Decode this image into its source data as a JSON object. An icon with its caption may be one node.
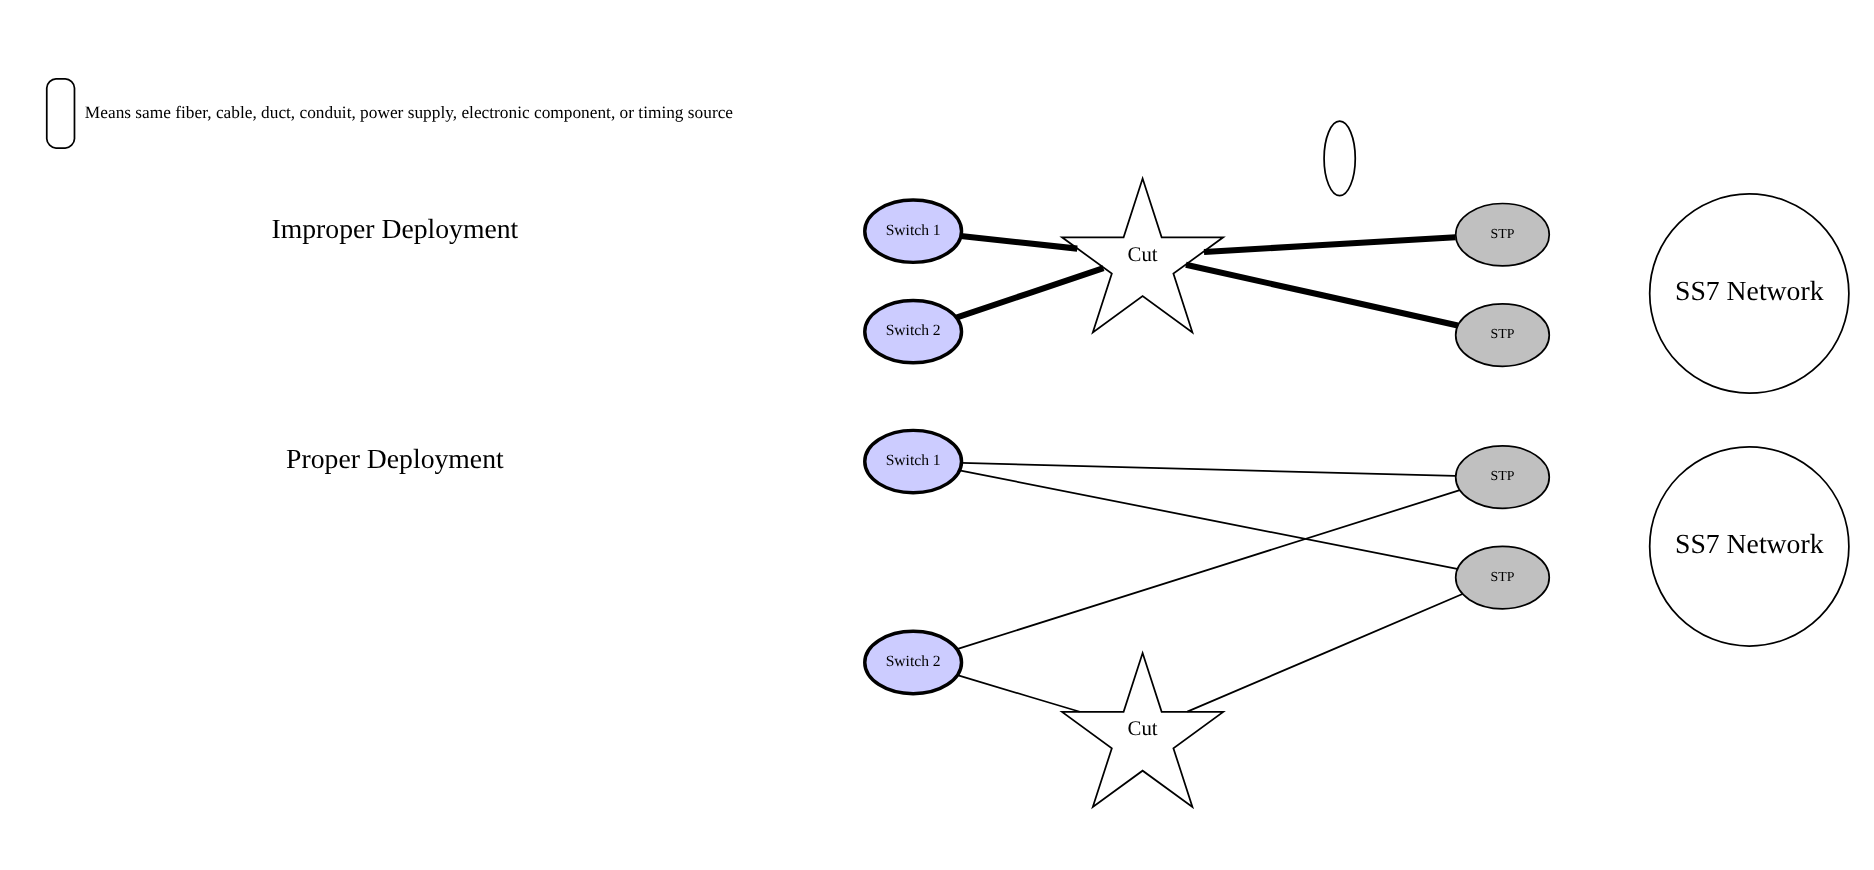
{
  "diagram": {
    "nodes": [
      {
        "text": [
          "Switch 1"
        ]
      },
      {
        "text": [
          "Switch 2"
        ]
      },
      {
        "text": [
          "Cut"
        ]
      },
      {
        "text": [
          "STP"
        ]
      },
      {
        "text": [
          "STP"
        ]
      },
      {
        "text": [
          "SS7 Network"
        ]
      },
      {
        "text": [
          "Switch 1"
        ]
      },
      {
        "text": [
          "Switch 2"
        ]
      },
      {
        "text": [
          "Cut"
        ]
      },
      {
        "text": [],
        "shape": "ellipse"
      },
      {
        "text": [
          "STP"
        ]
      },
      {
        "text": [
          "STP"
        ]
      },
      {
        "text": [
          "SS7 Network"
        ]
      }
    ],
    "edges": [
      {
        "from": 0,
        "to": 3,
        "arrow": "none"
      },
      {
        "from": 0,
        "to": 4,
        "arrow": "none"
      },
      {
        "from": 1,
        "to": 3,
        "arrow": "none"
      },
      {
        "from": 1,
        "to": 2,
        "arrow": "none"
      },
      {
        "from": 2,
        "to": 4,
        "arrow": "none"
      },
      {
        "from": 6,
        "to": 8,
        "arrow": "none",
        "style": "thick"
      },
      {
        "from": 7,
        "to": 8,
        "arrow": "none",
        "style": "thick"
      },
      {
        "from": 8,
        "to": 10,
        "arrow": "none",
        "style": "thick"
      },
      {
        "from": 8,
        "to": 11,
        "arrow": "none",
        "style": "thick"
      }
    ],
    "labels": [
      "Proper Deployment",
      "Improper Deployment"
    ],
    "legend": [
      {
        "text": "Means same fiber, cable, duct, conduit, power supply, electronic component, or timing source"
      }
    ]
  }
}
